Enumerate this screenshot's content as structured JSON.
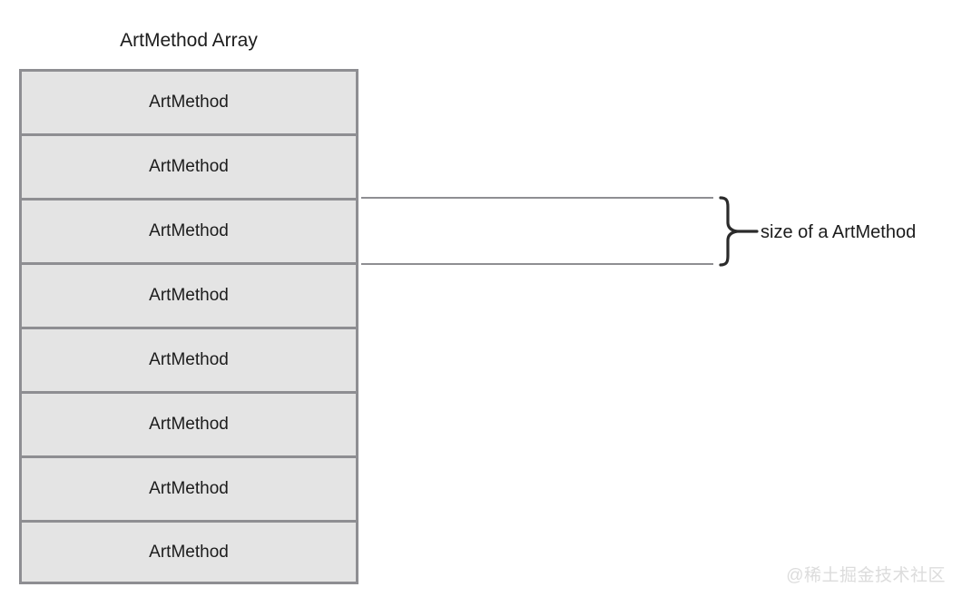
{
  "diagram": {
    "title": "ArtMethod Array",
    "cells": [
      {
        "label": "ArtMethod"
      },
      {
        "label": "ArtMethod"
      },
      {
        "label": "ArtMethod"
      },
      {
        "label": "ArtMethod"
      },
      {
        "label": "ArtMethod"
      },
      {
        "label": "ArtMethod"
      },
      {
        "label": "ArtMethod"
      },
      {
        "label": "ArtMethod"
      }
    ],
    "annotation": {
      "label": "size of a ArtMethod",
      "brace_icon": "curly-brace-right-icon",
      "measures_cell_index": 3
    },
    "colors": {
      "cell_fill": "#e4e4e4",
      "cell_border": "#8e8e92",
      "leader_line": "#8e8e92",
      "brace": "#2b2b2b",
      "text": "#1c1c1c",
      "background": "#ffffff",
      "watermark": "#dcdcdc"
    }
  },
  "watermark": {
    "text": "@稀土掘金技术社区"
  }
}
